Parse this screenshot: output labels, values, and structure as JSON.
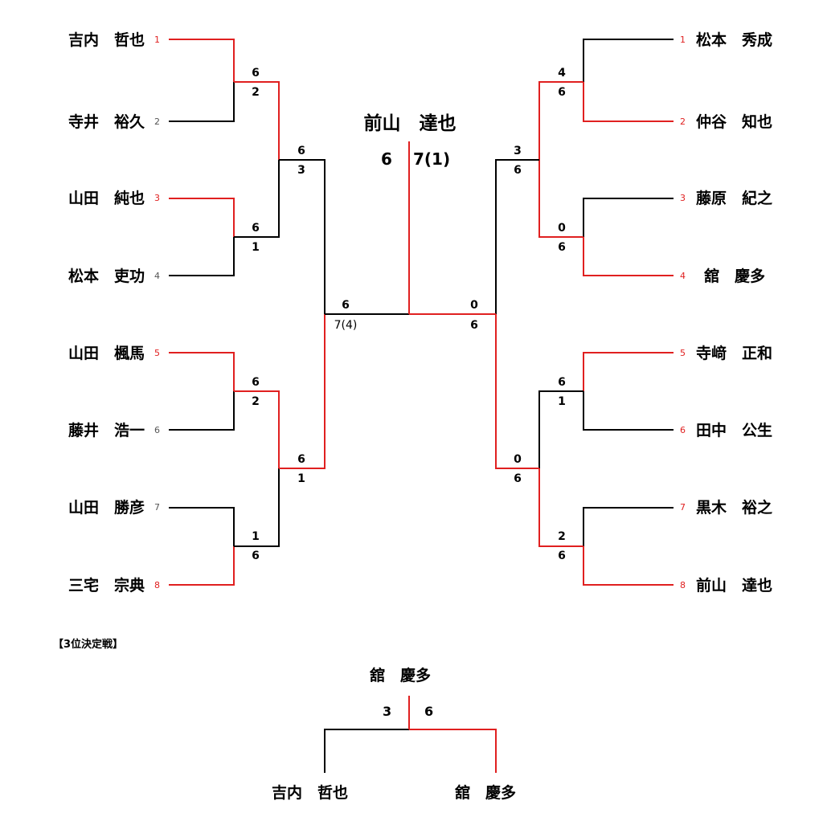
{
  "left_players": [
    {
      "seed": "1",
      "name": "吉内　哲也"
    },
    {
      "seed": "2",
      "name": "寺井　裕久"
    },
    {
      "seed": "3",
      "name": "山田　純也"
    },
    {
      "seed": "4",
      "name": "松本　吏功"
    },
    {
      "seed": "5",
      "name": "山田　楓馬"
    },
    {
      "seed": "6",
      "name": "藤井　浩一"
    },
    {
      "seed": "7",
      "name": "山田　勝彦"
    },
    {
      "seed": "8",
      "name": "三宅　宗典"
    }
  ],
  "right_players": [
    {
      "seed": "1",
      "name": "松本　秀成"
    },
    {
      "seed": "2",
      "name": "仲谷　知也"
    },
    {
      "seed": "3",
      "name": "藤原　紀之"
    },
    {
      "seed": "4",
      "name": "舘　慶多"
    },
    {
      "seed": "5",
      "name": "寺﨑　正和"
    },
    {
      "seed": "6",
      "name": "田中　公生"
    },
    {
      "seed": "7",
      "name": "黒木　裕之"
    },
    {
      "seed": "8",
      "name": "前山　達也"
    }
  ],
  "left_r1": [
    {
      "top": "6",
      "bottom": "2"
    },
    {
      "top": "6",
      "bottom": "1"
    },
    {
      "top": "6",
      "bottom": "2"
    },
    {
      "top": "1",
      "bottom": "6"
    }
  ],
  "left_r2": [
    {
      "top": "6",
      "bottom": "3"
    },
    {
      "top": "6",
      "bottom": "1"
    }
  ],
  "left_sf": {
    "top": "6",
    "bottom": "7(4)"
  },
  "right_r1": [
    {
      "top": "4",
      "bottom": "6"
    },
    {
      "top": "0",
      "bottom": "6"
    },
    {
      "top": "6",
      "bottom": "1"
    },
    {
      "top": "2",
      "bottom": "6"
    }
  ],
  "right_r2": [
    {
      "top": "3",
      "bottom": "6"
    },
    {
      "top": "0",
      "bottom": "6"
    }
  ],
  "right_sf": {
    "top": "0",
    "bottom": "6"
  },
  "champion": {
    "name": "前山　達也",
    "score_left": "6",
    "score_right": "7(1)"
  },
  "third_place": {
    "heading": "【3位決定戦】",
    "winner": "舘　慶多",
    "score_left": "3",
    "score_right": "6",
    "player_left": "吉内　哲也",
    "player_right": "舘　慶多"
  },
  "colors": {
    "win": "#e02020",
    "lose": "#000000"
  }
}
